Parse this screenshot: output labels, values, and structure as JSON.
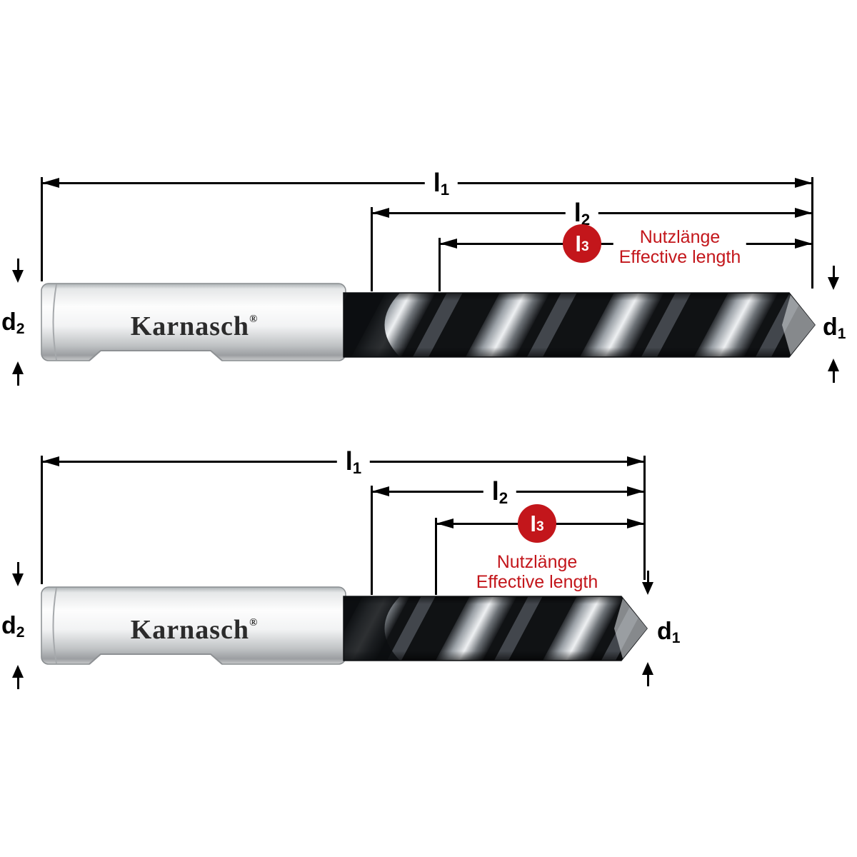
{
  "brand": {
    "name": "Karnasch",
    "reg": "®"
  },
  "colors": {
    "accent_red": "#c3161b",
    "line_black": "#000000",
    "shank_gray": "#d9dbdc",
    "flute_dark": "#111316"
  },
  "dims": {
    "l1": {
      "base": "l",
      "sub": "1"
    },
    "l2": {
      "base": "l",
      "sub": "2"
    },
    "l3": {
      "base": "l",
      "sub": "3"
    },
    "d1": {
      "base": "d",
      "sub": "1"
    },
    "d2": {
      "base": "d",
      "sub": "2"
    },
    "effective_de": "Nutzlänge",
    "effective_en": "Effective length"
  }
}
